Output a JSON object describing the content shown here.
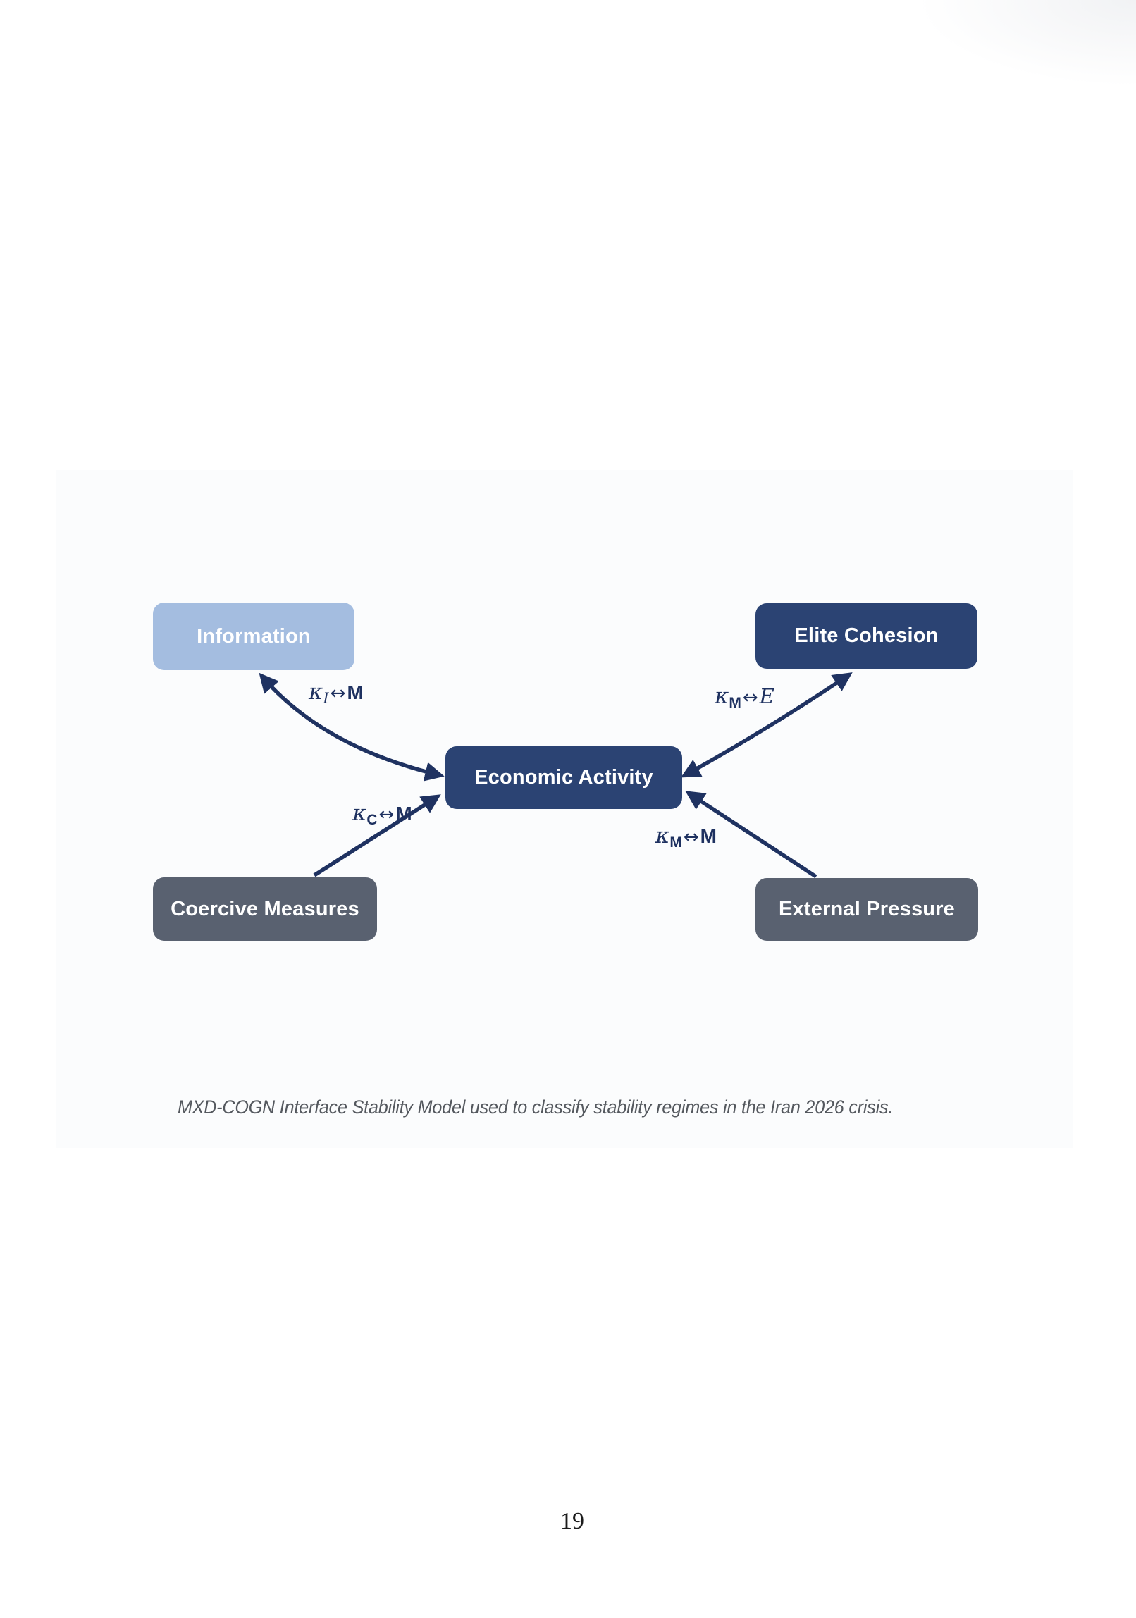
{
  "page": {
    "number": "19"
  },
  "figure": {
    "caption": "MXD-COGN Interface Stability Model used to classify stability regimes in the Iran 2026 crisis.",
    "colors": {
      "node_primary": "#2b4373",
      "node_information": "#a4bde0",
      "node_neutral_gray": "#596170",
      "edge_stroke": "#1f3261",
      "edge_label_text": "#1e3160",
      "caption_text": "#54585e",
      "panel_background": "#fbfcfd"
    },
    "nodes": {
      "information": {
        "label": "Information"
      },
      "elite_cohesion": {
        "label": "Elite Cohesion"
      },
      "economic_activity": {
        "label": "Economic Activity"
      },
      "coercive_measures": {
        "label": "Coercive Measures"
      },
      "external_pressure": {
        "label": "External Pressure"
      }
    },
    "edge_labels": {
      "info_econ": {
        "sym": "κ",
        "sub": "I",
        "arrow": "↔",
        "rhs": "M",
        "sub_class": "sub italic",
        "rhs_class": "rhs"
      },
      "econ_elite": {
        "sym": "κ",
        "sub": "M",
        "arrow": "↔",
        "rhs": "E",
        "sub_class": "sub",
        "rhs_class": "rhs italic"
      },
      "coercive_econ": {
        "sym": "κ",
        "sub": "C",
        "arrow": "↔",
        "rhs": "M",
        "sub_class": "sub",
        "rhs_class": "rhs"
      },
      "external_econ": {
        "sym": "κ",
        "sub": "M",
        "arrow": "↔",
        "rhs": "M",
        "sub_class": "sub",
        "rhs_class": "rhs"
      }
    }
  }
}
